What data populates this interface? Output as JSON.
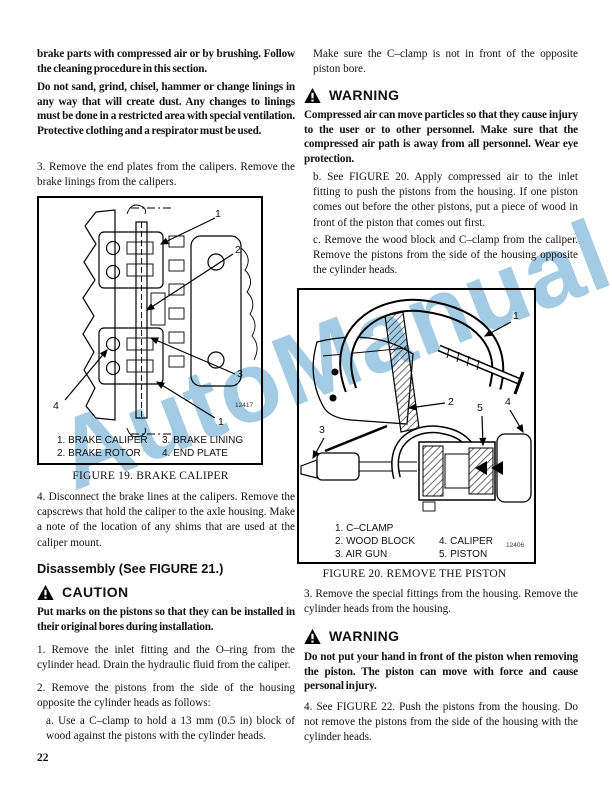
{
  "page": {
    "number": "22",
    "watermark": "AutoManual"
  },
  "colors": {
    "watermark_blue": "#a3cce4",
    "text": "#111111",
    "paper": "#ffffff"
  },
  "left_column": {
    "para_cleaning": "brake parts with compressed air or by brushing. Follow the cleaning procedure in this section.",
    "para_do_not_sand": "Do not sand, grind, chisel, hammer or change linings in any way that will create dust. Any changes to linings must be done in a restricted area with special ventilation. Protective clothing and a respirator must be used.",
    "step3": "3. Remove the end plates from the calipers. Remove the brake linings from the calipers.",
    "figure19": {
      "callouts": [
        "1",
        "2",
        "3",
        "4",
        "1"
      ],
      "art_id": "12417",
      "legend_col1": [
        "1. BRAKE CALIPER",
        "2. BRAKE ROTOR"
      ],
      "legend_col2": [
        "3. BRAKE LINING",
        "4. END PLATE"
      ],
      "caption": "FIGURE 19. BRAKE CALIPER"
    },
    "step4": "4. Disconnect the brake lines at the calipers. Remove the capscrews that hold the caliper to the axle housing. Make a note of the location of any shims that are used at the caliper mount.",
    "heading_disassembly": "Disassembly (See FIGURE 21.)",
    "caution_label": "CAUTION",
    "caution_text": "Put marks on the pistons so that they can be installed in their original bores during installation.",
    "step1": "1. Remove the inlet fitting and the O–ring from the cylinder head. Drain the hydraulic fluid from the caliper.",
    "step2": "2. Remove the pistons from the side of the housing opposite the cylinder heads as follows:",
    "step2a": "a. Use a C–clamp to hold a 13 mm (0.5 in) block of wood against the pistons with the cylinder heads."
  },
  "right_column": {
    "step2a_cont": "Make sure the C–clamp is not in front of the opposite piston bore.",
    "warning1_label": "WARNING",
    "warning1_text": "Compressed air can move particles so that they cause injury to the user or to other personnel. Make sure that the compressed air path is away from all personnel. Wear eye protection.",
    "step2b": "b. See FIGURE 20. Apply compressed air to the inlet fitting to push the pistons from the housing. If one piston comes out before the other pistons, put a piece of wood in front of the piston that comes out first.",
    "step2c": "c. Remove the wood block and C–clamp from the caliper. Remove the pistons from the side of the housing opposite the cylinder heads.",
    "figure20": {
      "callouts": [
        "1",
        "2",
        "3",
        "4",
        "5"
      ],
      "art_id": "12406",
      "legend_col1": [
        "1. C–CLAMP",
        "2. WOOD BLOCK",
        "3. AIR GUN"
      ],
      "legend_col2": [
        "4. CALIPER",
        "5. PISTON"
      ],
      "caption": "FIGURE 20. REMOVE THE PISTON"
    },
    "step3": "3. Remove the special fittings from the housing. Remove the cylinder heads from the housing.",
    "warning2_label": "WARNING",
    "warning2_text": "Do not put your hand in front of the piston when removing the piston. The piston can move with force and cause personal injury.",
    "step4": "4. See FIGURE 22. Push the pistons from the housing. Do not remove the pistons from the side of the housing with the cylinder heads."
  }
}
